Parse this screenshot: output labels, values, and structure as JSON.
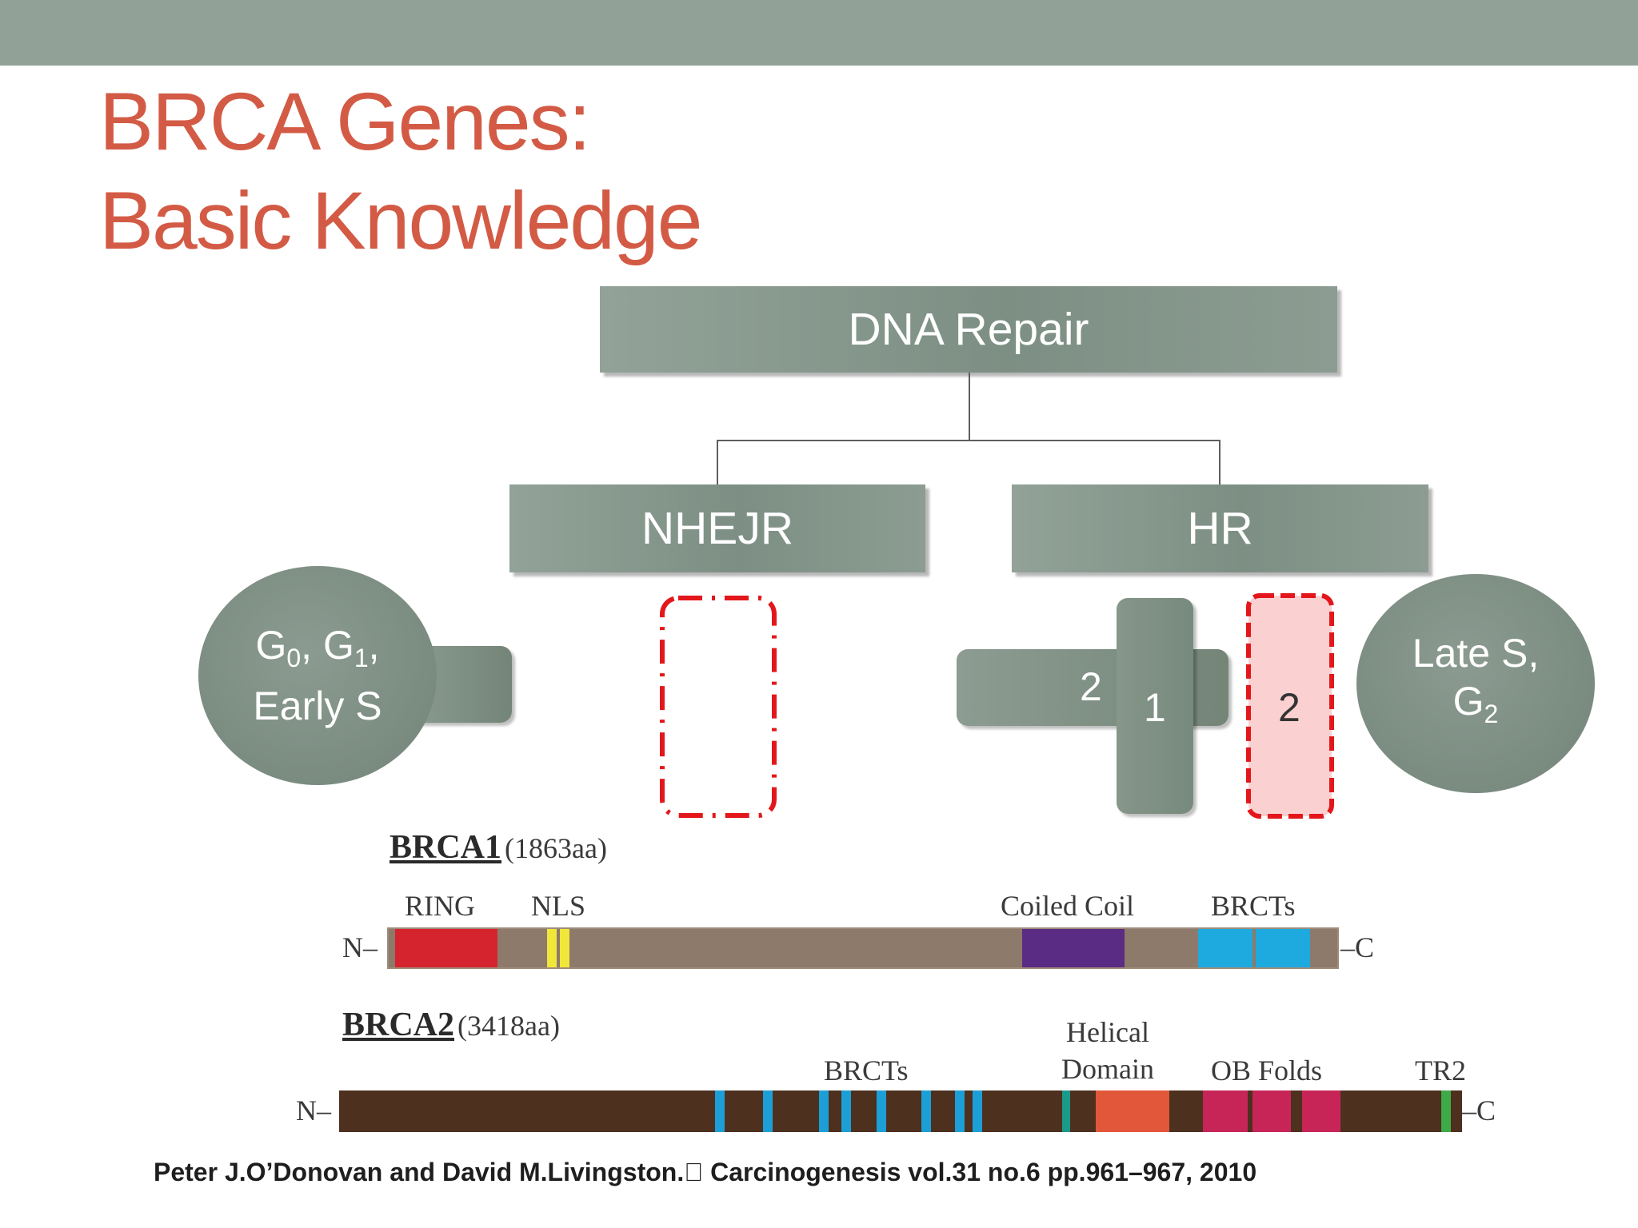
{
  "slide": {
    "title_line1": "BRCA Genes:",
    "title_line2": "Basic Knowledge"
  },
  "diagram": {
    "root": "DNA Repair",
    "left_branch": "NHEJR",
    "right_branch": "HR",
    "left_phase": {
      "G": "G",
      "sub0": "0",
      "sep": ", ",
      "sub1": "1",
      "end": ",",
      "line2": "Early S"
    },
    "right_phase": {
      "line1": "Late S,",
      "G": "G",
      "sub2": "2"
    },
    "hr_labels": {
      "brca2_behind": "2",
      "brca1_vertical": "1",
      "brca2_highlight": "2"
    }
  },
  "brca1": {
    "name": "BRCA1",
    "length": "(1863aa)",
    "n_term": "N–",
    "c_term": "–C",
    "domain_labels": [
      "RING",
      "NLS",
      "Coiled Coil",
      "BRCTs"
    ],
    "colors": {
      "backbone": "#8d7a6a",
      "ring": "#d6242e",
      "nls": "#f1e63a",
      "coiled_coil": "#5b2c83",
      "brct": "#1eaadf"
    }
  },
  "brca2": {
    "name": "BRCA2",
    "length": "(3418aa)",
    "n_term": "N–",
    "c_term": "–C",
    "domain_labels": [
      "BRCTs",
      "Helical",
      "Domain",
      "OB Folds",
      "TR2"
    ],
    "colors": {
      "backbone": "#4e301f",
      "brc": "#1c9fd6",
      "helical_green": "#1a9a8a",
      "helical": "#e2573a",
      "ob": "#c72557",
      "tr2": "#3eaa48"
    }
  },
  "citation": "Peter J.O’Donovan and David M.Livingston.\u0000 Carcinogenesis vol.31 no.6 pp.961–967, 2010"
}
